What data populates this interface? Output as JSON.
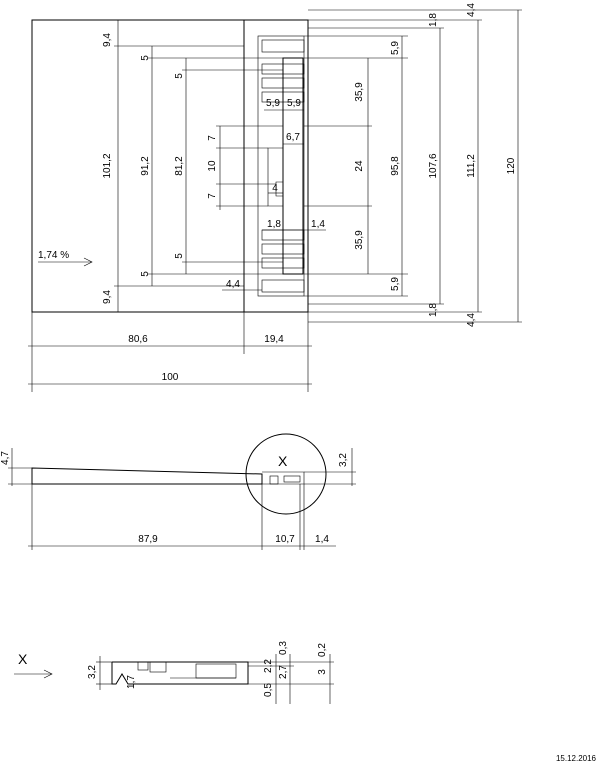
{
  "plan_view": {
    "slope_label": "1,74 %",
    "vertical_dims_left": [
      "9,4",
      "101,2",
      "9,4"
    ],
    "vertical_dims_mid": [
      "5",
      "91,2",
      "5"
    ],
    "vertical_dims_inner": [
      "5",
      "81,2",
      "5"
    ],
    "recess_dims": [
      "7",
      "10",
      "7"
    ],
    "small_dims": [
      "5,9",
      "5,9",
      "6,7",
      "4",
      "1,8",
      "1,4",
      "4,4"
    ],
    "vertical_dims_right": [
      "5,9",
      "35,9",
      "24",
      "35,9",
      "5,9"
    ],
    "outer_right_dims": [
      "1,8",
      "95,8",
      "107,6",
      "111,2",
      "120",
      "4,4",
      "1,8",
      "4,4"
    ],
    "horizontal_dims": [
      "80,6",
      "19,4",
      "100"
    ]
  },
  "section_view": {
    "detail_label": "X",
    "left_height": "4,7",
    "right_height": "3,2",
    "horizontal_dims": [
      "87,9",
      "10,7",
      "1,4"
    ]
  },
  "detail_view": {
    "arrow_label": "X",
    "left_dims": [
      "3,2",
      "1,7"
    ],
    "right_dims": [
      "0,5",
      "2,2",
      "2,7",
      "0,3",
      "3",
      "0,2"
    ]
  },
  "date": "15.12.2016"
}
